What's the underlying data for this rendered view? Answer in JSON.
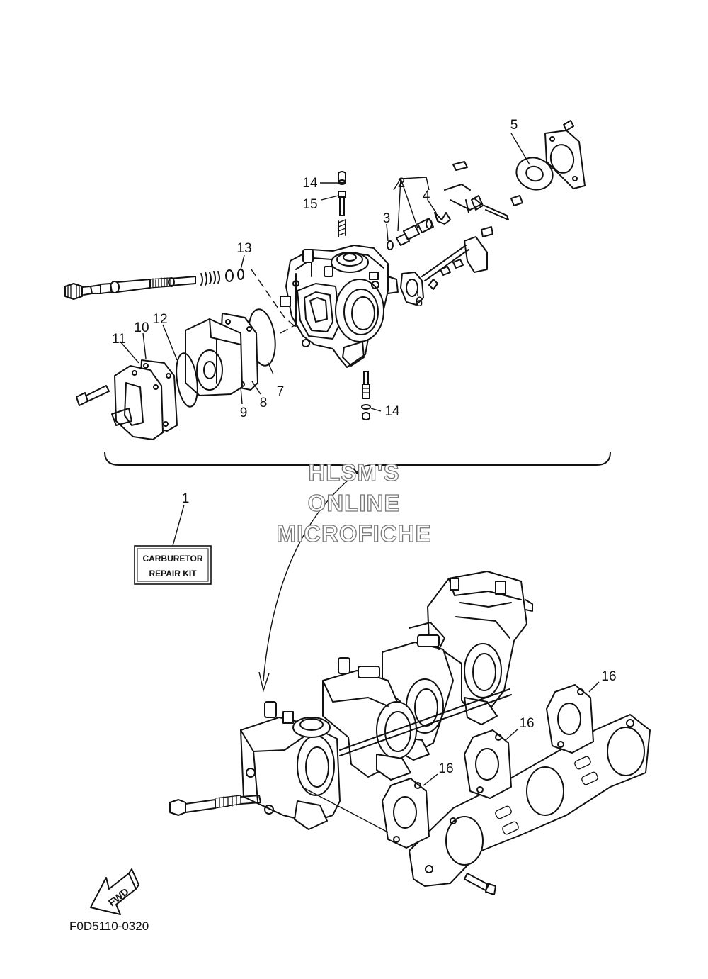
{
  "callouts": [
    {
      "id": "c1",
      "label": "1"
    },
    {
      "id": "c2",
      "label": "2"
    },
    {
      "id": "c3",
      "label": "3"
    },
    {
      "id": "c4",
      "label": "4"
    },
    {
      "id": "c5",
      "label": "5"
    },
    {
      "id": "c6",
      "label": "6"
    },
    {
      "id": "c7",
      "label": "7"
    },
    {
      "id": "c8",
      "label": "8"
    },
    {
      "id": "c9",
      "label": "9"
    },
    {
      "id": "c10",
      "label": "10"
    },
    {
      "id": "c11",
      "label": "11"
    },
    {
      "id": "c12",
      "label": "12"
    },
    {
      "id": "c13",
      "label": "13"
    },
    {
      "id": "c14a",
      "label": "14"
    },
    {
      "id": "c14b",
      "label": "14"
    },
    {
      "id": "c15",
      "label": "15"
    },
    {
      "id": "c16a",
      "label": "16"
    },
    {
      "id": "c16b",
      "label": "16"
    },
    {
      "id": "c16c",
      "label": "16"
    }
  ],
  "repair_kit": {
    "line1": "CARBURETOR",
    "line2": "REPAIR KIT"
  },
  "watermark": {
    "line1": "HLSM'S",
    "line2": "ONLINE",
    "line3": "MICROFICHE"
  },
  "fwd_label": "FWD",
  "diagram_code": "F0D5110-0320"
}
